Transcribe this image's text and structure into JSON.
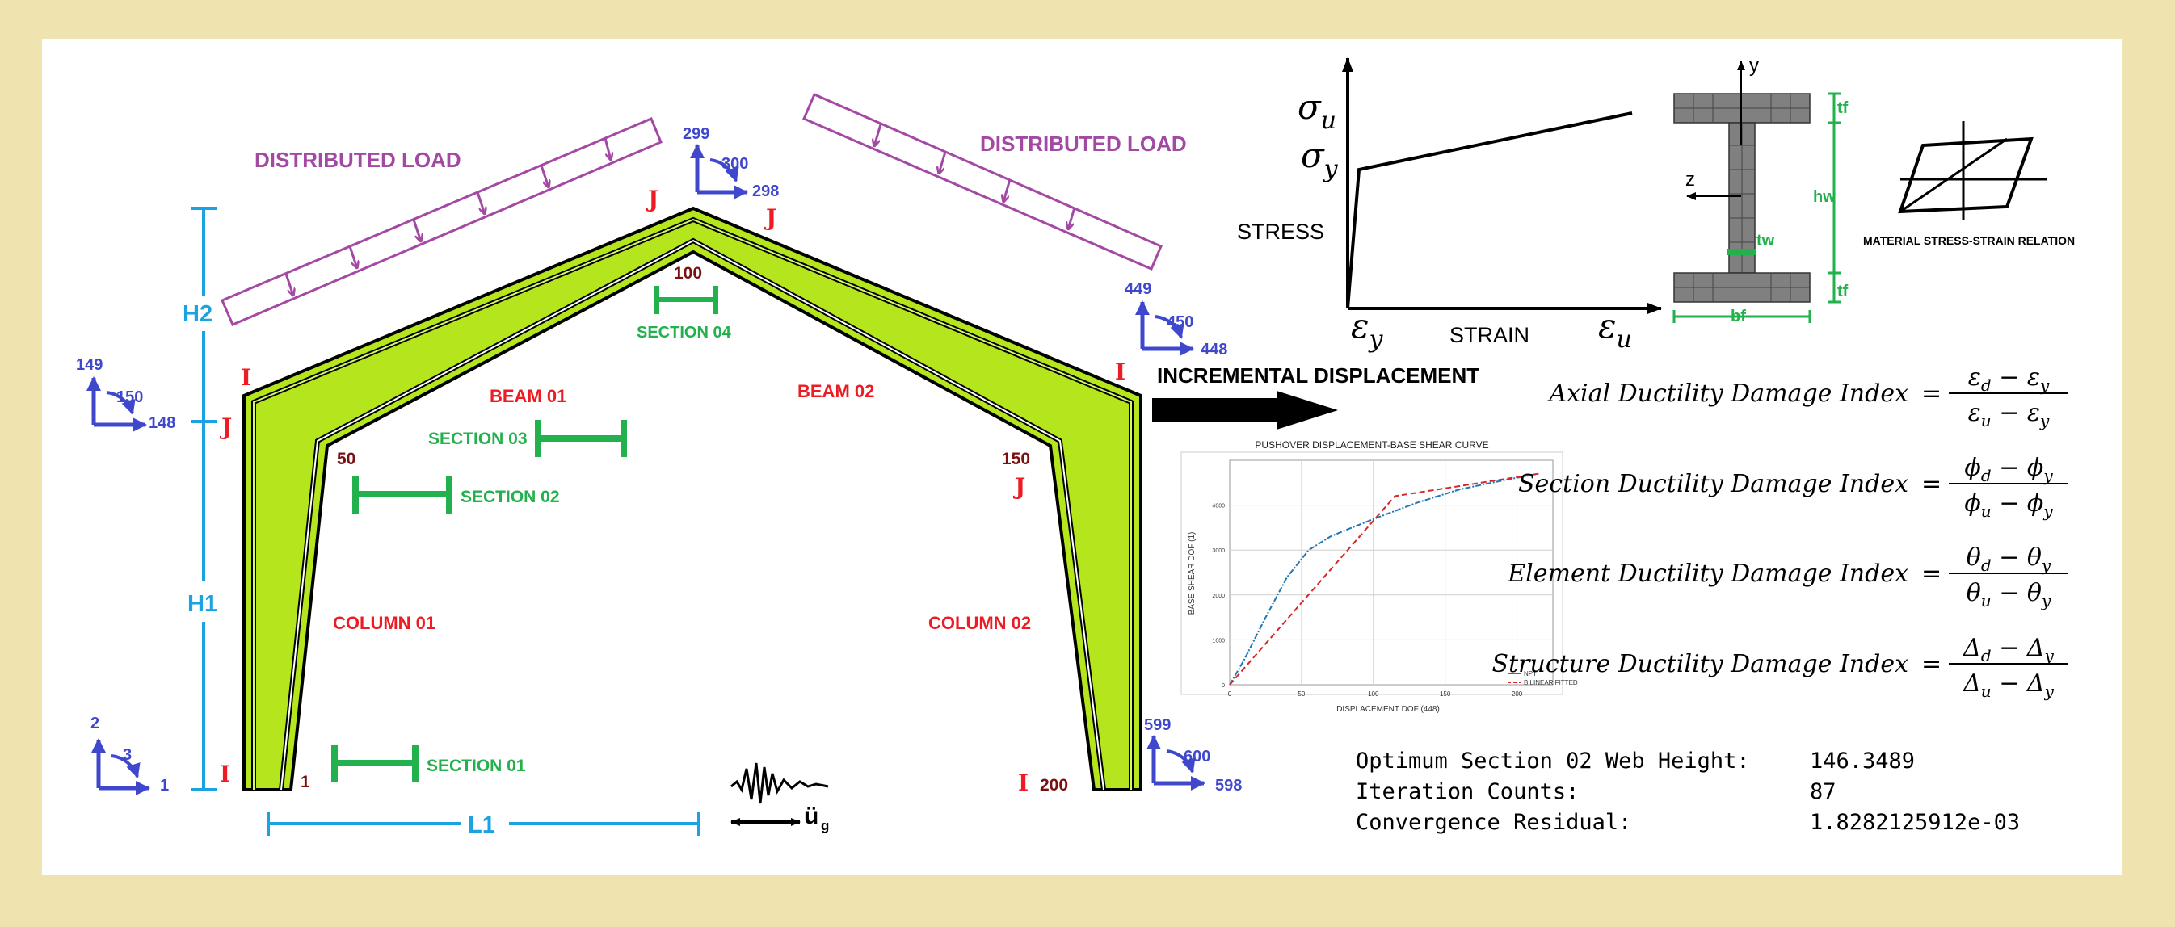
{
  "colors": {
    "background": "#efe4b0",
    "panel": "#ffffff",
    "frame_fill": "#b5e61d",
    "load": "#a349a4",
    "dimension": "#1aa3e0",
    "section": "#22b14c",
    "element_label": "#ed1c24",
    "node_number": "#7a1010",
    "dof": "#3f48cc",
    "accent_black": "#000000",
    "pushover_line": "#1f77b4",
    "bilinear_line": "#d62728"
  },
  "frame": {
    "loads": [
      "DISTRIBUTED LOAD",
      "DISTRIBUTED LOAD"
    ],
    "dimensions": {
      "h2": "H2",
      "h1": "H1",
      "l1": "L1"
    },
    "members": {
      "column_01": "COLUMN 01",
      "column_02": "COLUMN 02",
      "beam_01": "BEAM 01",
      "beam_02": "BEAM 02"
    },
    "sections": {
      "s1": "SECTION 01",
      "s2": "SECTION 02",
      "s3": "SECTION 03",
      "s4": "SECTION 04"
    },
    "nodes": {
      "n1": "1",
      "n50": "50",
      "n100": "100",
      "n150": "150",
      "n200": "200"
    },
    "end_markers": {
      "i": "I",
      "j": "J"
    },
    "dofs": {
      "base_left": [
        "2",
        "3",
        "1"
      ],
      "eave_left": [
        "149",
        "150",
        "148"
      ],
      "apex": [
        "299",
        "300",
        "298"
      ],
      "eave_right": [
        "449",
        "450",
        "448"
      ],
      "base_right": [
        "599",
        "600",
        "598"
      ]
    },
    "ground_motion_symbol": "ü",
    "ground_motion_subscript": "g"
  },
  "stress_strain": {
    "y_ticks": [
      {
        "sym": "σ",
        "sub": "u"
      },
      {
        "sym": "σ",
        "sub": "y"
      }
    ],
    "x_ticks": [
      {
        "sym": "ε",
        "sub": "y"
      },
      {
        "sym": "ε",
        "sub": "u"
      }
    ],
    "ylabel": "STRESS",
    "xlabel": "STRAIN"
  },
  "section_diagram": {
    "axis_y": "y",
    "axis_z": "z",
    "labels": {
      "tf_top": "tf",
      "hw": "hw",
      "tw": "tw",
      "tf_bottom": "tf",
      "bf": "bf"
    }
  },
  "material_label": "MATERIAL STRESS-STRAIN RELATION",
  "incremental_label": "INCREMENTAL DISPLACEMENT",
  "chart_data": {
    "type": "line",
    "title": "PUSHOVER DISPLACEMENT-BASE SHEAR CURVE",
    "xlabel": "DISPLACEMENT DOF (448)",
    "ylabel": "BASE SHEAR DOF (1)",
    "x_ticks": [
      "0",
      "50",
      "100",
      "150",
      "200"
    ],
    "y_ticks": [
      "0",
      "1000",
      "2000",
      "3000",
      "4000"
    ],
    "xlim": [
      0,
      225
    ],
    "ylim": [
      0,
      5000
    ],
    "grid": "vertical and horizontal",
    "legend_position": "bottom-right",
    "series": [
      {
        "name": "NPT",
        "x": [
          0,
          10,
          25,
          40,
          55,
          70,
          85,
          105,
          130,
          160,
          190,
          215
        ],
        "y": [
          0,
          550,
          1500,
          2400,
          3000,
          3300,
          3500,
          3750,
          4050,
          4350,
          4550,
          4700
        ]
      },
      {
        "name": "BILINEAR FITTED",
        "x": [
          0,
          115,
          215
        ],
        "y": [
          0,
          4200,
          4700
        ]
      }
    ]
  },
  "equations": [
    {
      "lhs": "Axial Ductility Damage Index",
      "num_a": {
        "s": "ε",
        "b": "d"
      },
      "num_b": {
        "s": "ε",
        "b": "y"
      },
      "den_a": {
        "s": "ε",
        "b": "u"
      },
      "den_b": {
        "s": "ε",
        "b": "y"
      }
    },
    {
      "lhs": "Section Ductility Damage Index",
      "num_a": {
        "s": "ϕ",
        "b": "d"
      },
      "num_b": {
        "s": "ϕ",
        "b": "y"
      },
      "den_a": {
        "s": "ϕ",
        "b": "u"
      },
      "den_b": {
        "s": "ϕ",
        "b": "y"
      }
    },
    {
      "lhs": "Element Ductility Damage Index",
      "num_a": {
        "s": "θ",
        "b": "d"
      },
      "num_b": {
        "s": "θ",
        "b": "y"
      },
      "den_a": {
        "s": "θ",
        "b": "u"
      },
      "den_b": {
        "s": "θ",
        "b": "y"
      }
    },
    {
      "lhs": "Structure Ductility Damage Index",
      "num_a": {
        "s": "Δ",
        "b": "d"
      },
      "num_b": {
        "s": "Δ",
        "b": "y"
      },
      "den_a": {
        "s": "Δ",
        "b": "u"
      },
      "den_b": {
        "s": "Δ",
        "b": "y"
      }
    }
  ],
  "results": [
    {
      "label": "Optimum Section 02 Web Height:",
      "value": "146.3489"
    },
    {
      "label": "Iteration Counts:",
      "value": "87"
    },
    {
      "label": "Convergence Residual:",
      "value": "1.8282125912e-03"
    }
  ]
}
